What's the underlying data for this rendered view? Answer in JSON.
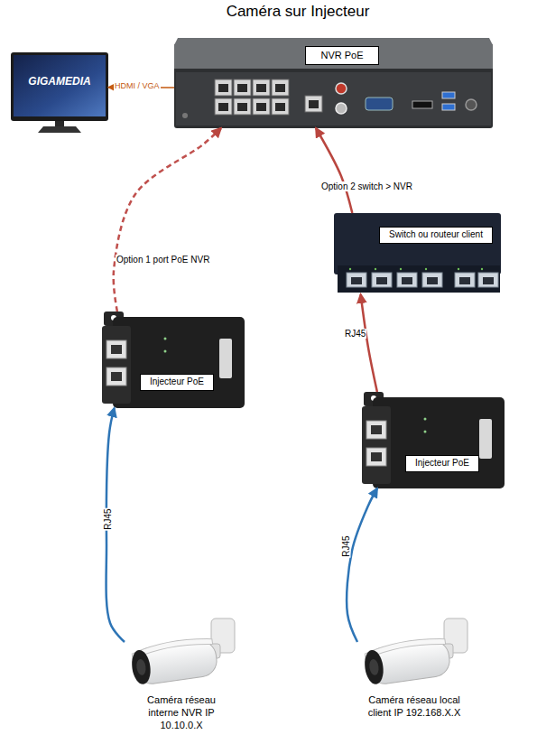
{
  "diagram": {
    "title": "Caméra sur Injecteur",
    "nodes": [
      {
        "text": [
          "GIGAMEDIA"
        ]
      },
      {
        "text": [
          "NVR PoE"
        ]
      },
      {
        "text": [
          "Switch ou routeur client"
        ]
      },
      {
        "text": [
          "Injecteur PoE"
        ]
      },
      {
        "text": [
          "Injecteur PoE"
        ]
      },
      {
        "text": [
          "Caméra réseau interne NVR IP 10.10.0.X"
        ]
      },
      {
        "text": [
          "Caméra réseau local client IP 192.168.X.X"
        ]
      }
    ],
    "edges": [
      {
        "from": 1,
        "to": 0,
        "label": "HDMI / VGA",
        "arrow": "to"
      },
      {
        "from": 3,
        "to": 1,
        "label": "Option 1 port PoE NVR",
        "arrow": "to"
      },
      {
        "from": 2,
        "to": 1,
        "label": "Option 2 switch > NVR",
        "arrow": "to"
      },
      {
        "from": 4,
        "to": 2,
        "label": "RJ45",
        "arrow": "to"
      },
      {
        "from": 5,
        "to": 3,
        "label": "RJ45",
        "arrow": "to"
      },
      {
        "from": 6,
        "to": 4,
        "label": "RJ45",
        "arrow": "to"
      }
    ]
  }
}
